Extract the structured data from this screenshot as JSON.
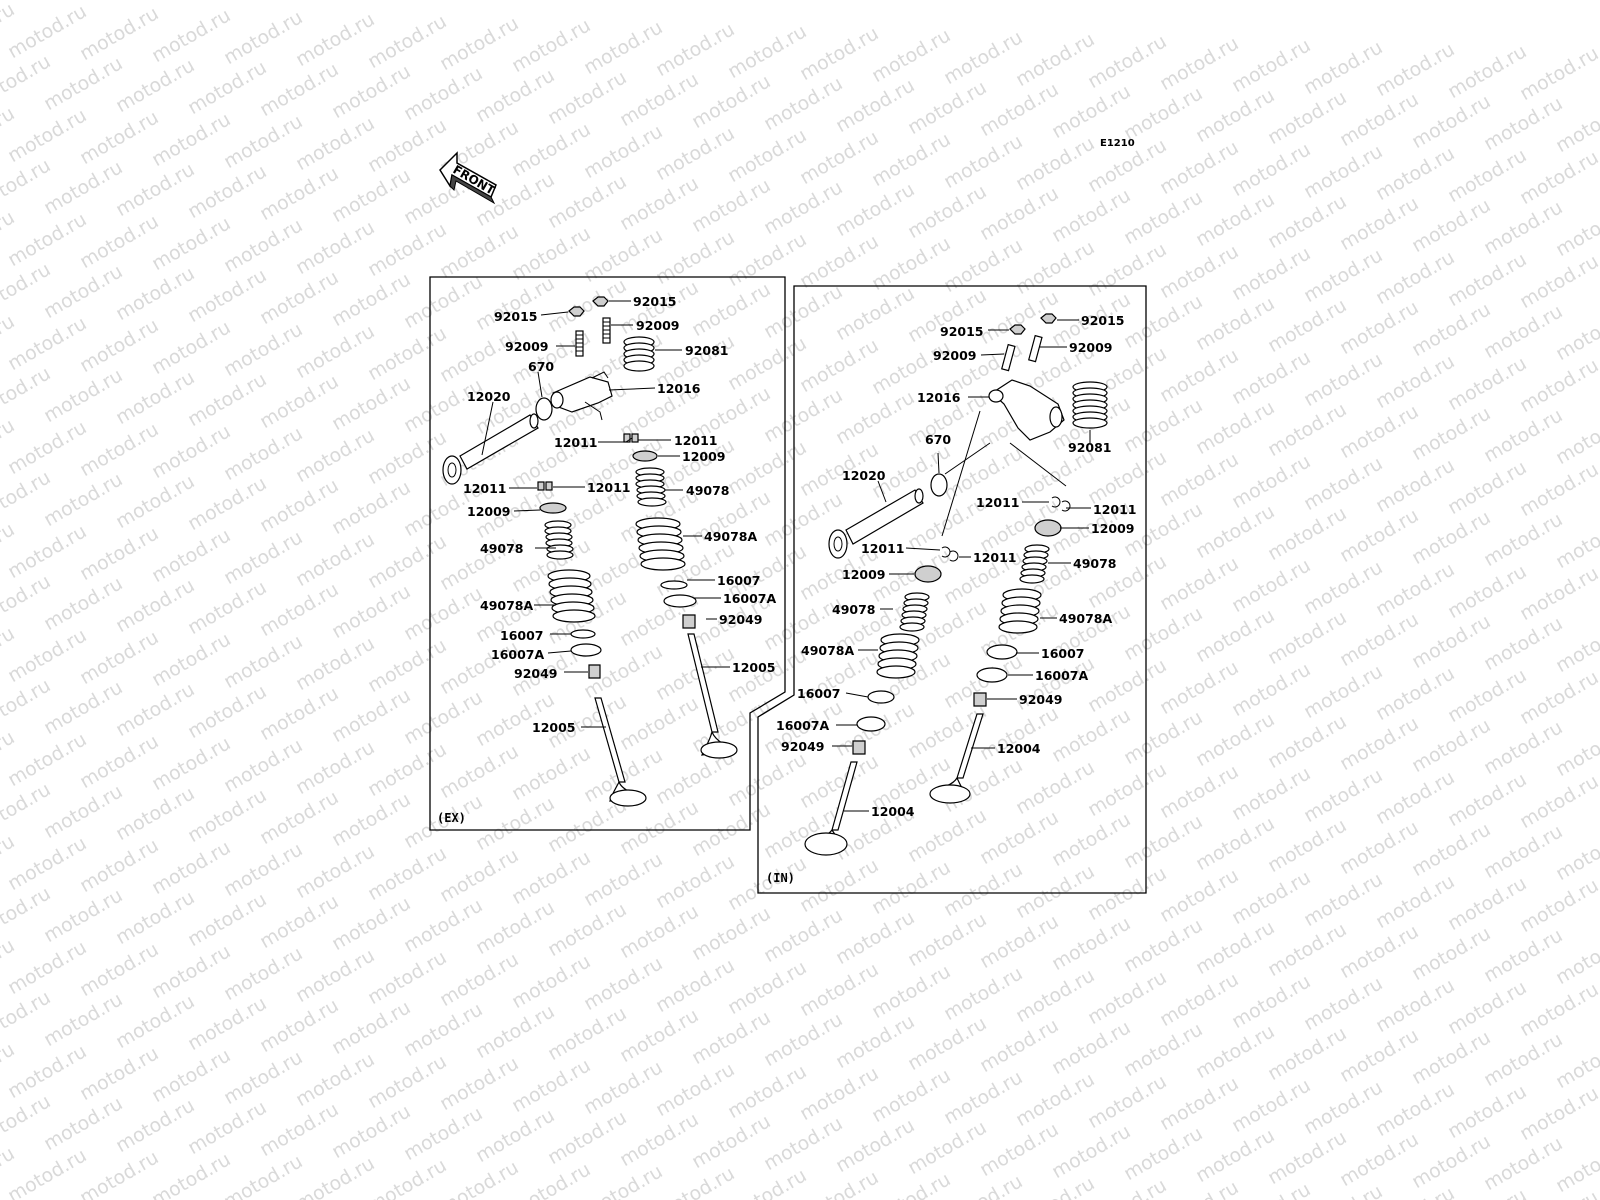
{
  "watermark": "motod.ru",
  "diagram_code": "E1210",
  "front_label": "FRONT",
  "panels": {
    "exhaust": "(EX)",
    "intake": "(IN)"
  },
  "ex_labels": {
    "p92015_l": "92015",
    "p92015_r": "92015",
    "p92009_l": "92009",
    "p92009_r": "92009",
    "p92081": "92081",
    "p670": "670",
    "p12016": "12016",
    "p12020": "12020",
    "p12011_a": "12011",
    "p12011_b": "12011",
    "p12011_c": "12011",
    "p12011_d": "12011",
    "p12009_r": "12009",
    "p12009_l": "12009",
    "p49078_r": "49078",
    "p49078_l": "49078",
    "p49078A_r": "49078A",
    "p49078A_l": "49078A",
    "p16007_r": "16007",
    "p16007A_r": "16007A",
    "p16007_l": "16007",
    "p16007A_l": "16007A",
    "p92049_r": "92049",
    "p92049_l": "92049",
    "p12005_r": "12005",
    "p12005_l": "12005"
  },
  "in_labels": {
    "p92015_l": "92015",
    "p92015_r": "92015",
    "p92009_l": "92009",
    "p92009_r": "92009",
    "p12016": "12016",
    "p92081": "92081",
    "p670": "670",
    "p12020": "12020",
    "p12011_a": "12011",
    "p12011_b": "12011",
    "p12011_c": "12011",
    "p12011_d": "12011",
    "p12009_r": "12009",
    "p12009_l": "12009",
    "p49078_r": "49078",
    "p49078A_r": "49078A",
    "p49078_l": "49078",
    "p49078A_l": "49078A",
    "p16007_r": "16007",
    "p16007A_r": "16007A",
    "p16007_l": "16007",
    "p16007A_l": "16007A",
    "p92049_r": "92049",
    "p92049_l": "92049",
    "p12004_r": "12004",
    "p12004_l": "12004"
  }
}
